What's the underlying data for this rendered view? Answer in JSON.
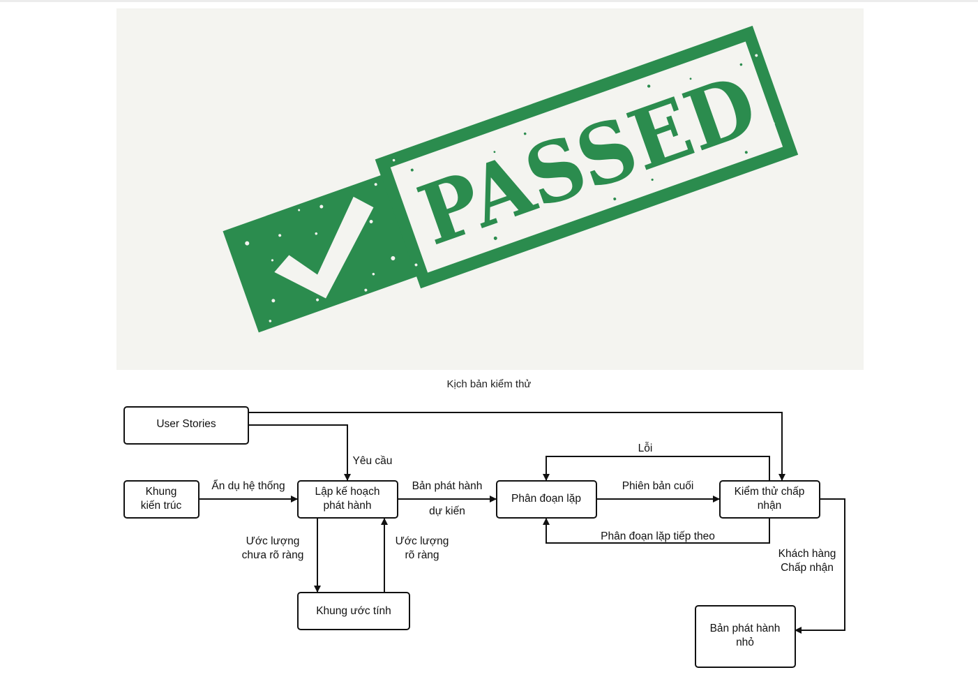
{
  "stamp": {
    "text": "PASSED",
    "icon": "checkmark-icon",
    "color": "#2b8c4e",
    "background": "#f4f4f0"
  },
  "caption": "Kịch bản kiểm thử",
  "flowchart": {
    "nodes": [
      {
        "id": "user_stories",
        "lines": [
          "User Stories"
        ]
      },
      {
        "id": "khung_kien_truc",
        "lines": [
          "Khung",
          "kiến trúc"
        ]
      },
      {
        "id": "lap_ke_hoach",
        "lines": [
          "Lập kế hoạch",
          "phát hành"
        ]
      },
      {
        "id": "khung_uoc_tinh",
        "lines": [
          "Khung ước tính"
        ]
      },
      {
        "id": "phan_doan_lap",
        "lines": [
          "Phân đoạn lặp"
        ]
      },
      {
        "id": "kiem_thu",
        "lines": [
          "Kiểm thử chấp",
          "nhận"
        ]
      },
      {
        "id": "ban_phat_hanh_nho",
        "lines": [
          "Bản phát hành",
          "nhỏ"
        ]
      }
    ],
    "edges": [
      {
        "id": "us_to_kt",
        "from": "user_stories",
        "to": "kiem_thu",
        "lines": []
      },
      {
        "id": "us_to_lkh",
        "from": "user_stories",
        "to": "lap_ke_hoach",
        "lines": [
          "Yêu cầu"
        ]
      },
      {
        "id": "kkt_to_lkh",
        "from": "khung_kien_truc",
        "to": "lap_ke_hoach",
        "lines": [
          "Ẩn dụ hệ thống"
        ]
      },
      {
        "id": "lkh_to_pdl",
        "from": "lap_ke_hoach",
        "to": "phan_doan_lap",
        "lines": [
          "Bản phát hành",
          "dự kiến"
        ]
      },
      {
        "id": "lkh_to_kut",
        "from": "lap_ke_hoach",
        "to": "khung_uoc_tinh",
        "lines": [
          "Ước lượng",
          "chưa rõ ràng"
        ]
      },
      {
        "id": "kut_to_lkh",
        "from": "khung_uoc_tinh",
        "to": "lap_ke_hoach",
        "lines": [
          "Ước lượng",
          "rõ ràng"
        ]
      },
      {
        "id": "pdl_to_kt",
        "from": "phan_doan_lap",
        "to": "kiem_thu",
        "lines": [
          "Phiên bản cuối"
        ]
      },
      {
        "id": "kt_to_pdl_loi",
        "from": "kiem_thu",
        "to": "phan_doan_lap",
        "lines": [
          "Lỗi"
        ]
      },
      {
        "id": "kt_to_pdl_next",
        "from": "kiem_thu",
        "to": "phan_doan_lap",
        "lines": [
          "Phân đoạn lặp tiếp theo"
        ]
      },
      {
        "id": "kt_to_bphn",
        "from": "kiem_thu",
        "to": "ban_phat_hanh_nho",
        "lines": [
          "Khách hàng",
          "Chấp nhận"
        ]
      }
    ]
  }
}
